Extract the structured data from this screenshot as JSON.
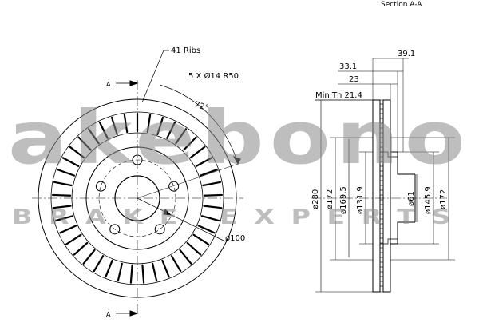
{
  "section_label": "Section A-A",
  "front_view": {
    "ribs_label": "41 Ribs",
    "ribs_count": 41,
    "bolt_pattern": "5 X Ø14 R50",
    "angle_label": "72°",
    "diameter_100_label": "ø100",
    "section_marker_top": "A",
    "section_marker_bottom": "A"
  },
  "section_view": {
    "min_thickness_label": "Min Th 21.4",
    "dim_39_1": "39.1",
    "dim_33_1": "33.1",
    "dim_23": "23",
    "dim_280": "ø280",
    "dim_172_left": "ø172",
    "dim_169_5": "ø169,5",
    "dim_131_9": "ø131,9",
    "dim_61": "ø61",
    "dim_145_9": "ø145,9",
    "dim_172_right": "ø172"
  },
  "watermark": {
    "brand_text": "akebono",
    "tagline": "BRAKE EXPERTS"
  },
  "colors": {
    "line": "#000000",
    "watermark": "#8a8a8a"
  }
}
